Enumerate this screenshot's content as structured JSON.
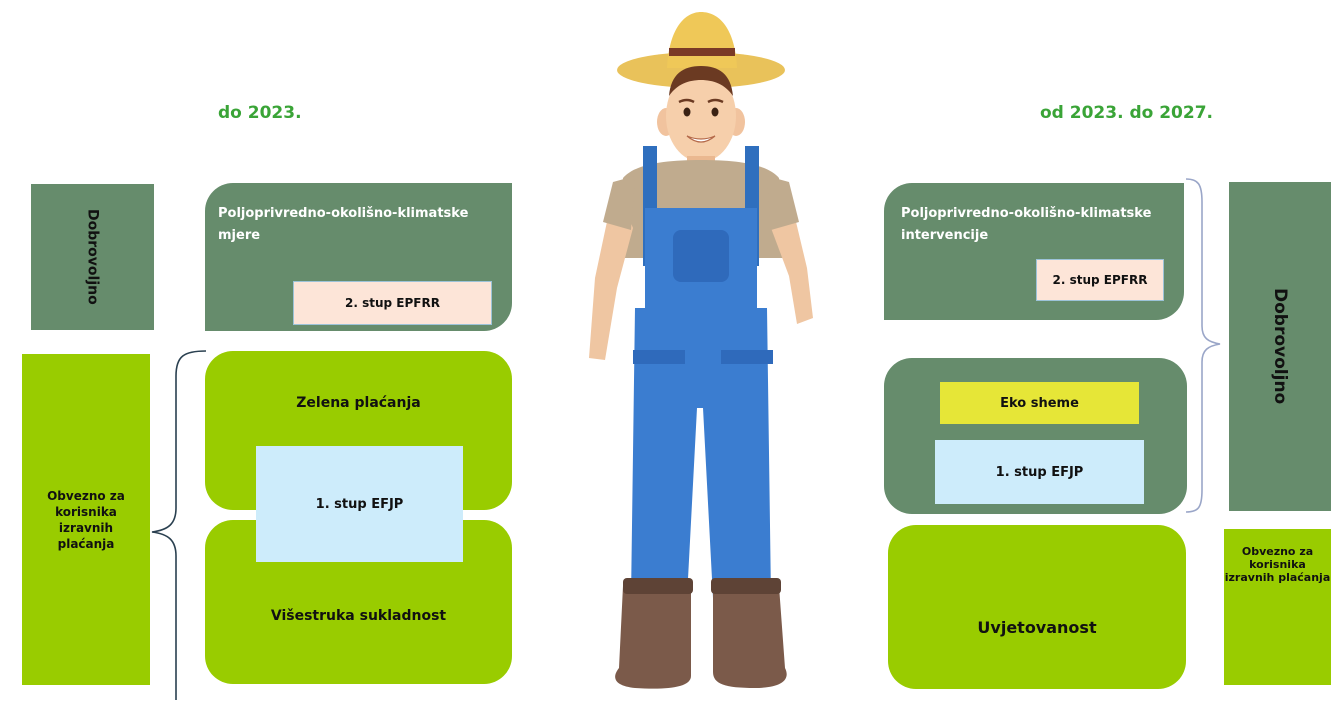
{
  "left": {
    "heading": "do 2023.",
    "voluntary_label": "Dobrovoljno",
    "agri_title": "Poljoprivredno-okolišno-klimatske mjere",
    "pillar2_label": "2. stup EPFRR",
    "mandatory_label": "Obvezno za korisnika izravnih plaćanja",
    "green_payments": "Zelena plaćanja",
    "pillar1_label": "1. stup EFJP",
    "cross_compliance": "Višestruka sukladnost"
  },
  "right": {
    "heading": "od 2023. do 2027.",
    "agri_title": "Poljoprivredno-okolišno-klimatske intervencije",
    "pillar2_label": "2. stup EPFRR",
    "eco_schemes": "Eko sheme",
    "pillar1_label": "1. stup EFJP",
    "conditionality": "Uvjetovanost",
    "voluntary_label": "Dobrovoljno",
    "mandatory_label": "Obvezno za korisnika izravnih plaćanja"
  },
  "colors": {
    "heading_green": "#3aa437",
    "dark_green": "#668c6c",
    "lime_green": "#99cc00",
    "peach": "#fde5d8",
    "light_blue": "#cdecfb",
    "yellow": "#e6e637"
  },
  "illustration": "farmer-illustration"
}
